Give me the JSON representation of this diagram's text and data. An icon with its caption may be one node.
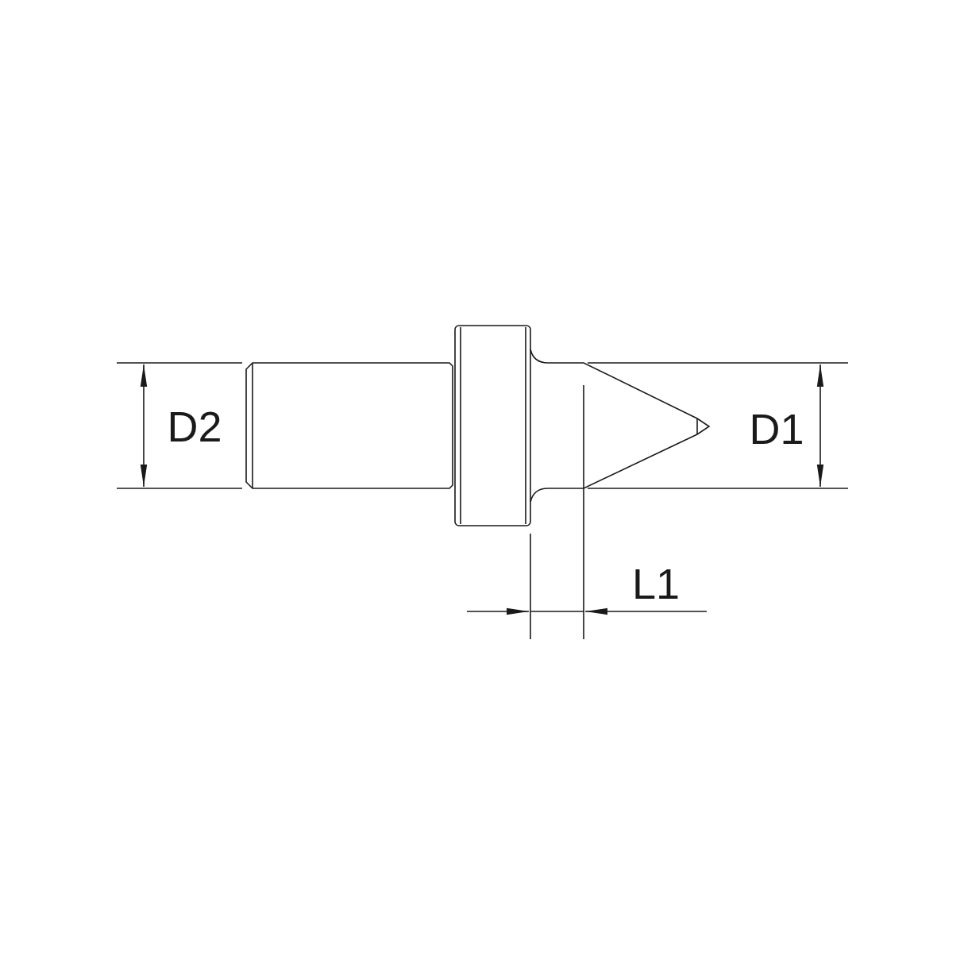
{
  "diagram": {
    "labels": [
      "D2",
      "D1",
      "L1"
    ]
  }
}
